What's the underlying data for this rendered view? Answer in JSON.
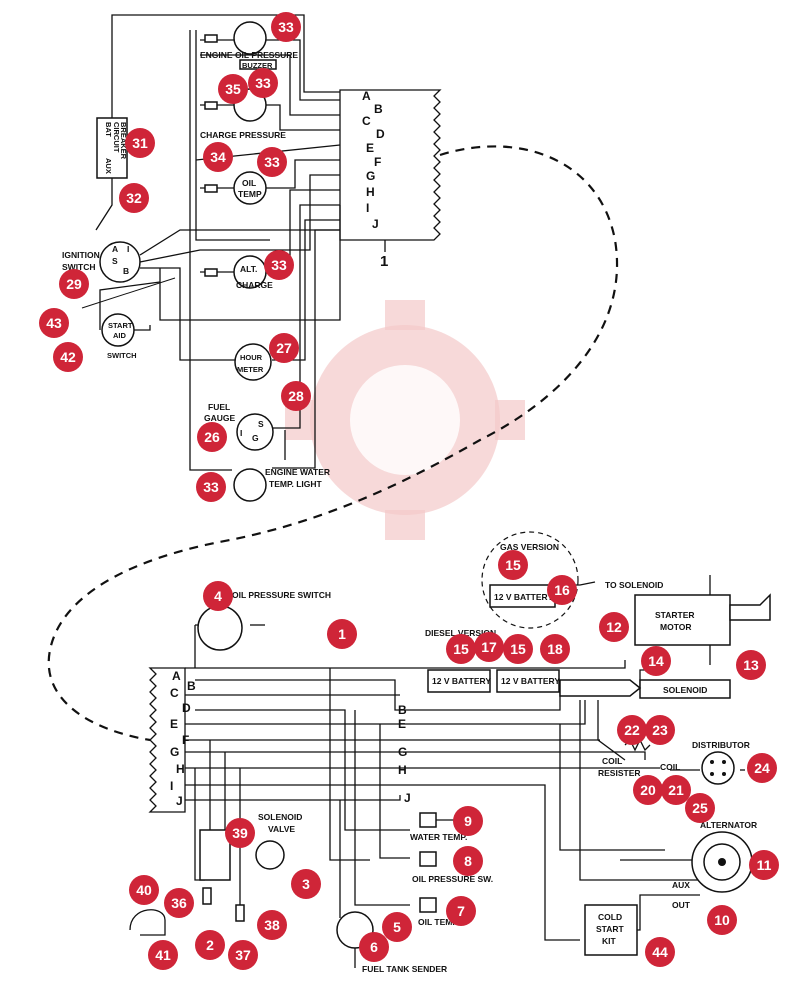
{
  "terminals_top": [
    "A",
    "B",
    "C",
    "D",
    "E",
    "F",
    "G",
    "H",
    "I",
    "J"
  ],
  "terminals_bottom": [
    "A",
    "B",
    "C",
    "D",
    "E",
    "F",
    "G",
    "H",
    "I",
    "J"
  ],
  "bottom_right_terms": [
    "B",
    "E",
    "G",
    "H",
    "J"
  ],
  "connector_label_top": "1",
  "labels": {
    "engine_oil_pressure": "ENGINE OIL PRESSURE",
    "buzzer": "BUZZER",
    "charge_pressure": "CHARGE PRESSURE",
    "oil_temp_1": "OIL",
    "oil_temp_2": "TEMP",
    "bat_breaker_1": "BAT",
    "bat_breaker_2": "CIRCUIT",
    "bat_breaker_3": "BREAKER",
    "bat_breaker_4": "AUX",
    "ignition_1": "IGNITION",
    "ignition_2": "SWITCH",
    "ign_a": "A",
    "ign_s": "S",
    "ign_b": "B",
    "ign_i": "I",
    "alt_1": "ALT.",
    "alt_2": "CHARGE",
    "start_aid_1": "START",
    "start_aid_2": "AID",
    "start_aid_3": "SWITCH",
    "hour_1": "HOUR",
    "hour_2": "METER",
    "fuel_gauge_1": "FUEL",
    "fuel_gauge_2": "GAUGE",
    "gauge_s": "S",
    "gauge_g": "G",
    "gauge_i": "I",
    "water_light_1": "ENGINE WATER",
    "water_light_2": "TEMP. LIGHT",
    "oil_pressure_switch": "OIL PRESSURE SWITCH",
    "gas_version": "GAS VERSION",
    "battery_12v": "12 V BATTERY",
    "to_solenoid": "TO SOLENOID",
    "diesel_version": "DIESEL VERSION",
    "starter_1": "STARTER",
    "starter_2": "MOTOR",
    "solenoid": "SOLENOID",
    "coil": "COIL",
    "coil_resister_1": "COIL",
    "coil_resister_2": "RESISTER",
    "distributor": "DISTRIBUTOR",
    "alternator": "ALTERNATOR",
    "aux": "AUX",
    "out": "OUT",
    "water_temp": "WATER TEMP.",
    "oil_pressure_sw": "OIL PRESSURE SW.",
    "oil_temp_sender": "OIL TEMP.",
    "fuel_tank_sender": "FUEL TANK SENDER",
    "cold_start_1": "COLD",
    "cold_start_2": "START",
    "cold_start_3": "KIT",
    "solenoid_valve_1": "SOLENOID",
    "solenoid_valve_2": "VALVE"
  },
  "callouts": [
    {
      "id": "c33a",
      "n": "33"
    },
    {
      "id": "c33b",
      "n": "33"
    },
    {
      "id": "c35",
      "n": "35"
    },
    {
      "id": "c31",
      "n": "31"
    },
    {
      "id": "c34",
      "n": "34"
    },
    {
      "id": "c33c",
      "n": "33"
    },
    {
      "id": "c32",
      "n": "32"
    },
    {
      "id": "c29",
      "n": "29"
    },
    {
      "id": "c33d",
      "n": "33"
    },
    {
      "id": "c43",
      "n": "43"
    },
    {
      "id": "c42",
      "n": "42"
    },
    {
      "id": "c27",
      "n": "27"
    },
    {
      "id": "c28",
      "n": "28"
    },
    {
      "id": "c26",
      "n": "26"
    },
    {
      "id": "c33e",
      "n": "33"
    },
    {
      "id": "c15a",
      "n": "15"
    },
    {
      "id": "c16",
      "n": "16"
    },
    {
      "id": "c4",
      "n": "4"
    },
    {
      "id": "c1",
      "n": "1"
    },
    {
      "id": "c12",
      "n": "12"
    },
    {
      "id": "c15b",
      "n": "15"
    },
    {
      "id": "c17",
      "n": "17"
    },
    {
      "id": "c15c",
      "n": "15"
    },
    {
      "id": "c18",
      "n": "18"
    },
    {
      "id": "c14",
      "n": "14"
    },
    {
      "id": "c13",
      "n": "13"
    },
    {
      "id": "c22",
      "n": "22"
    },
    {
      "id": "c23",
      "n": "23"
    },
    {
      "id": "c24",
      "n": "24"
    },
    {
      "id": "c20",
      "n": "20"
    },
    {
      "id": "c21",
      "n": "21"
    },
    {
      "id": "c25",
      "n": "25"
    },
    {
      "id": "c9",
      "n": "9"
    },
    {
      "id": "c39",
      "n": "39"
    },
    {
      "id": "c8",
      "n": "8"
    },
    {
      "id": "c11",
      "n": "11"
    },
    {
      "id": "c3",
      "n": "3"
    },
    {
      "id": "c40",
      "n": "40"
    },
    {
      "id": "c36",
      "n": "36"
    },
    {
      "id": "c7",
      "n": "7"
    },
    {
      "id": "c5",
      "n": "5"
    },
    {
      "id": "c10",
      "n": "10"
    },
    {
      "id": "c38",
      "n": "38"
    },
    {
      "id": "c2",
      "n": "2"
    },
    {
      "id": "c6",
      "n": "6"
    },
    {
      "id": "c44",
      "n": "44"
    },
    {
      "id": "c41",
      "n": "41"
    },
    {
      "id": "c37",
      "n": "37"
    }
  ]
}
